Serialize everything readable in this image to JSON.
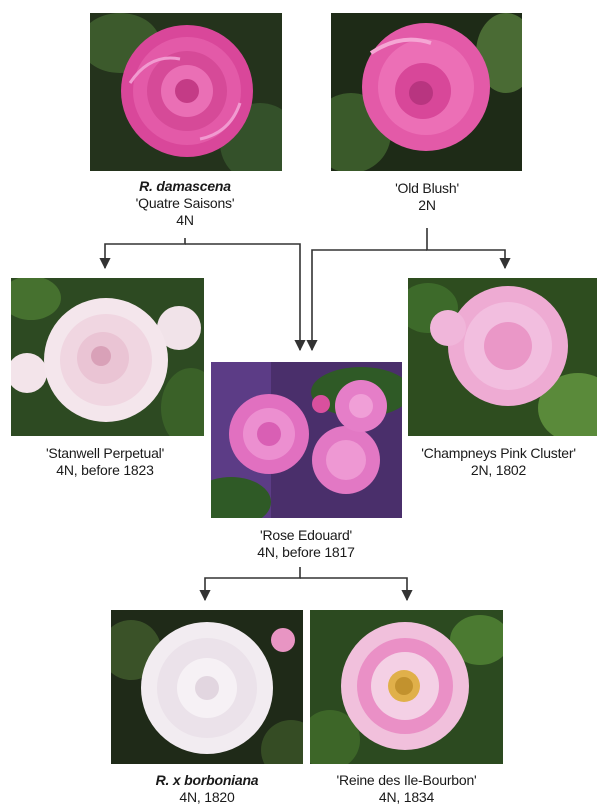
{
  "nodes": {
    "damascena": {
      "species": "R. damascena",
      "cultivar": "'Quatre Saisons'",
      "ploidy": "4N"
    },
    "old_blush": {
      "cultivar": "'Old Blush'",
      "ploidy": "2N"
    },
    "stanwell": {
      "cultivar": "'Stanwell Perpetual'",
      "ploidy": "4N, before 1823"
    },
    "champneys": {
      "cultivar": "'Champneys Pink Cluster'",
      "ploidy": "2N, 1802"
    },
    "rose_edouard": {
      "cultivar": "'Rose Edouard'",
      "ploidy": "4N, before 1817"
    },
    "borboniana": {
      "species": "R. x borboniana",
      "ploidy": "4N, 1820"
    },
    "reine": {
      "cultivar": "'Reine des Ile-Bourbon'",
      "ploidy": "4N, 1834"
    }
  },
  "colors": {
    "arrow": "#333333",
    "deep_pink": "#e0559f",
    "pink": "#e97cbf",
    "pale_pink": "#f1c6d9",
    "white_rose": "#f4eef2",
    "foliage": "#2f5a26",
    "dark_bg": "#1f2a18"
  },
  "edges": [
    {
      "from": "damascena",
      "to": "stanwell"
    },
    {
      "from": "damascena",
      "to": "rose_edouard"
    },
    {
      "from": "old_blush",
      "to": "rose_edouard"
    },
    {
      "from": "old_blush",
      "to": "champneys"
    },
    {
      "from": "rose_edouard",
      "to": "borboniana"
    },
    {
      "from": "rose_edouard",
      "to": "reine"
    }
  ]
}
